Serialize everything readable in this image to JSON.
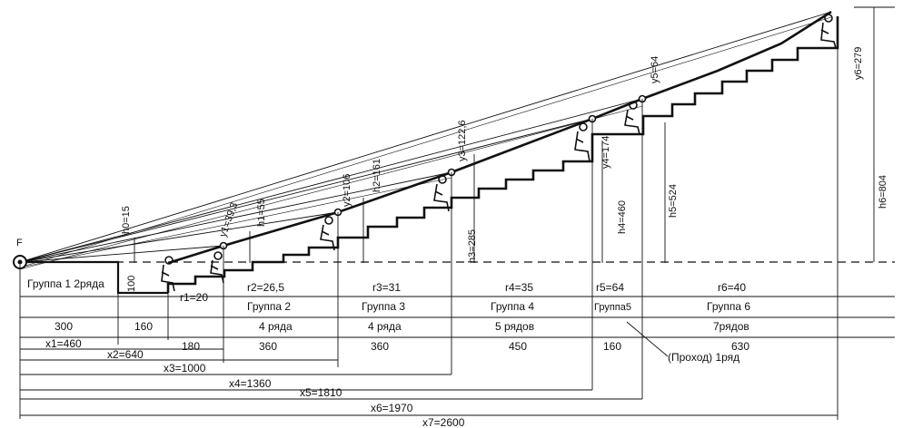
{
  "groups": {
    "g1": "Группа 1 2ряда",
    "g2": "Группа 2",
    "g3": "Группа 3",
    "g4": "Группа 4",
    "g5": "Группа5",
    "g6": "Группа 6"
  },
  "rows": {
    "g2": "4 ряда",
    "g3": "4 ряда",
    "g4": "5 рядов",
    "g6": "7рядов"
  },
  "passage": "(Проход) 1ряд",
  "step_labels": {
    "r1": "r1=20",
    "r2": "r2=26,5",
    "r3": "r3=31",
    "r4": "r4=35",
    "r5": "r5=64",
    "r6": "r6=40"
  },
  "height_labels": {
    "h0": "h0=15",
    "h1": "h1=55",
    "h2": "h2=161",
    "h3": "h3=285",
    "h4": "h4=460",
    "h5": "h5=524",
    "h6": "h6=804",
    "hstep": "100"
  },
  "y_labels": {
    "y1": "y1=39,3",
    "y2": "y2=106",
    "y3": "y3=122,6",
    "y4": "y4=174",
    "y5": "y5=64",
    "y6": "y6=279"
  },
  "segments": {
    "s300": "300",
    "s160a": "160",
    "s180": "180",
    "s360a": "360",
    "s360b": "360",
    "s450": "450",
    "s160b": "160",
    "s630": "630"
  },
  "distances": {
    "x1": "x1=460",
    "x2": "x2=640",
    "x3": "x3=1000",
    "x4": "x4=1360",
    "x5": "x5=1810",
    "x6": "x6=1970",
    "x7": "x7=2600"
  },
  "point_label": "F"
}
